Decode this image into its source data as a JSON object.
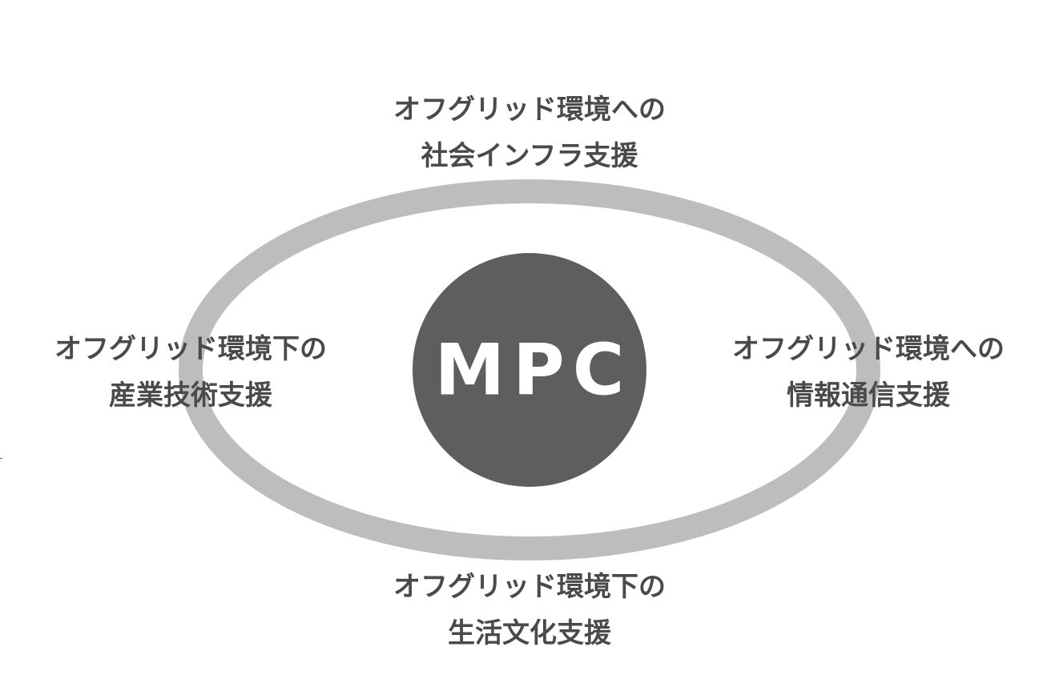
{
  "center": {
    "label": "MPC",
    "color": "#5e5e5e",
    "text_color": "#ffffff"
  },
  "ring": {
    "color": "#bdbdbd"
  },
  "nodes": {
    "top": {
      "line1": "オフグリッド環境への",
      "line2": "社会インフラ支援"
    },
    "left": {
      "line1": "オフグリッド環境下の",
      "line2": "産業技術支援"
    },
    "right": {
      "line1": "オフグリッド環境への",
      "line2": "情報通信支援"
    },
    "bottom": {
      "line1": "オフグリッド環境下の",
      "line2": "生活文化支援"
    }
  },
  "label_color": "#4a4a4a"
}
